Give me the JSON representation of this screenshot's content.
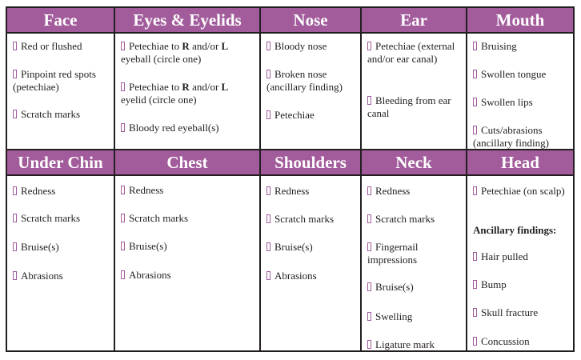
{
  "sections": {
    "face": {
      "title": "Face",
      "items": [
        "Red or flushed",
        "Pinpoint red spots (petechiae)",
        "Scratch marks"
      ]
    },
    "eyes": {
      "title": "Eyes & Eyelids",
      "items": [
        {
          "a": "Petechiae to ",
          "r": "R",
          "b": " and/or ",
          "l": "L",
          "c": " eyeball (circle one)"
        },
        {
          "a": "Petechiae to ",
          "r": "R",
          "b": " and/or ",
          "l": "L",
          "c": " eyelid (circle one)"
        },
        "Bloody red eyeball(s)"
      ]
    },
    "nose": {
      "title": "Nose",
      "items": [
        "Bloody nose",
        "Broken nose (ancillary finding)",
        "Petechiae"
      ]
    },
    "ear": {
      "title": "Ear",
      "items": [
        "Petechiae (external and/or ear canal)",
        "Bleeding from ear canal"
      ]
    },
    "mouth": {
      "title": "Mouth",
      "items": [
        "Bruising",
        "Swollen tongue",
        "Swollen lips",
        "Cuts/abrasions (ancillary finding)"
      ]
    },
    "chin": {
      "title": "Under Chin",
      "items": [
        "Redness",
        "Scratch marks",
        "Bruise(s)",
        "Abrasions"
      ]
    },
    "chest": {
      "title": "Chest",
      "items": [
        "Redness",
        "Scratch marks",
        "Bruise(s)",
        "Abrasions"
      ]
    },
    "shoulders": {
      "title": "Shoulders",
      "items": [
        "Redness",
        "Scratch marks",
        "Bruise(s)",
        "Abrasions"
      ]
    },
    "neck": {
      "title": "Neck",
      "items": [
        "Redness",
        "Scratch marks",
        "Fingernail impressions",
        "Bruise(s)",
        "Swelling",
        "Ligature mark"
      ]
    },
    "head": {
      "title": "Head",
      "items": [
        "Petechiae (on scalp)"
      ],
      "ancillary_label": "Ancillary findings:",
      "ancillary_items": [
        "Hair pulled",
        "Bump",
        "Skull fracture",
        "Concussion"
      ]
    }
  },
  "colors": {
    "header_bg": "#a25c9b",
    "checkbox": "#a25c9b",
    "border": "#231f20"
  }
}
